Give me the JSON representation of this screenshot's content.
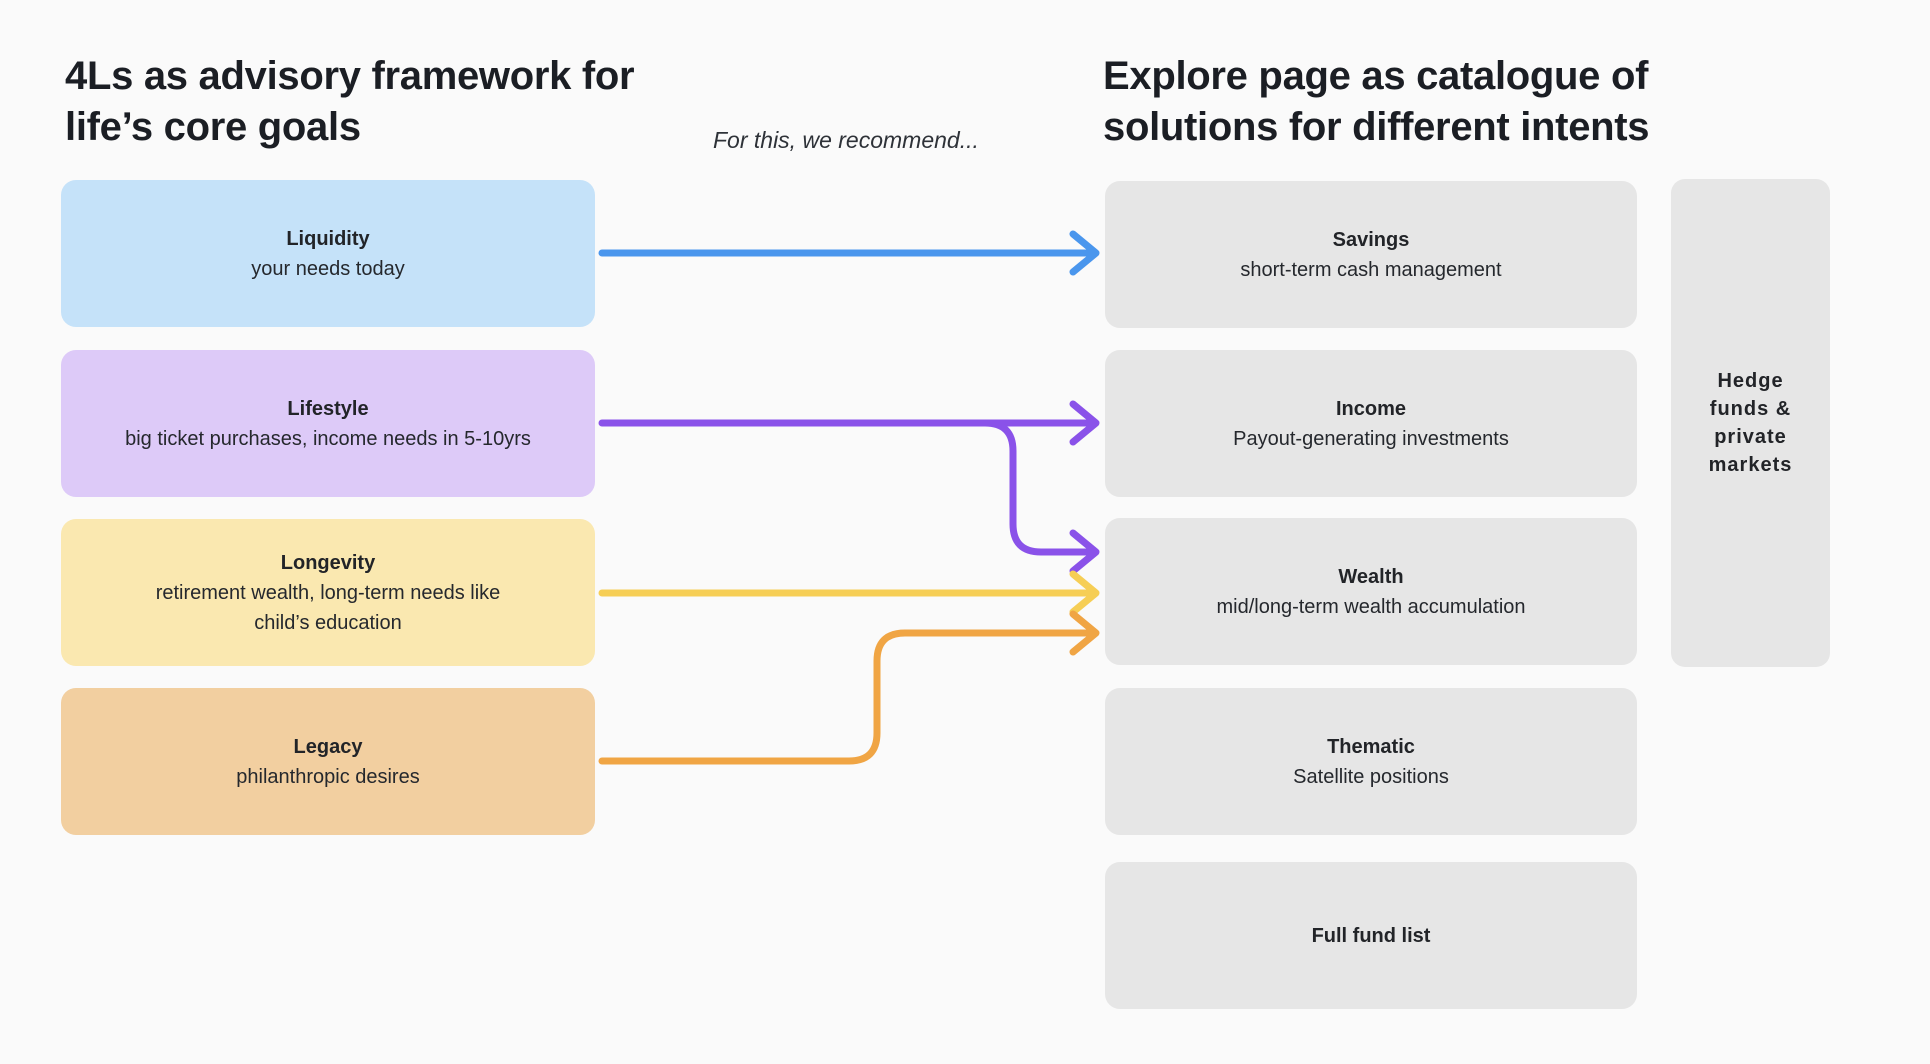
{
  "page": {
    "background": "#FAFAFA",
    "title_text_color": "#1b1e24"
  },
  "left_panel": {
    "title": "4Ls as advisory framework for\nlife’s core goals",
    "goals": [
      {
        "label": "Liquidity",
        "description": "your needs today",
        "color": "#C5E2F9"
      },
      {
        "label": "Lifestyle",
        "description": "big ticket purchases, income needs in 5-10yrs",
        "color": "#DDCAF8"
      },
      {
        "label": "Longevity",
        "description": "retirement wealth, long-term needs like\nchild’s education",
        "color": "#FAE8B0"
      },
      {
        "label": "Legacy",
        "description": "philanthropic desires",
        "color": "#F2CFA0"
      }
    ]
  },
  "connector": {
    "label": "For this, we recommend..."
  },
  "right_panel": {
    "title": "Explore page as catalogue of\nsolutions for different intents",
    "solutions": [
      {
        "label": "Savings",
        "description": "short-term cash management"
      },
      {
        "label": "Income",
        "description": "Payout-generating investments"
      },
      {
        "label": "Wealth",
        "description": "mid/long-term wealth accumulation"
      },
      {
        "label": "Thematic",
        "description": "Satellite positions"
      },
      {
        "label": "Full fund list",
        "description": ""
      }
    ],
    "side_box": {
      "label": "Hedge\nfunds &\nprivate\nmarkets",
      "color": "#E6E6E6"
    }
  },
  "arrows": [
    {
      "from": "Liquidity",
      "to": "Savings",
      "color": "#4A96ED"
    },
    {
      "from": "Lifestyle",
      "to": "Income",
      "color": "#8A52E9"
    },
    {
      "from": "Lifestyle",
      "to": "Wealth",
      "color": "#8A52E9"
    },
    {
      "from": "Longevity",
      "to": "Wealth",
      "color": "#F6CE55"
    },
    {
      "from": "Legacy",
      "to": "Wealth",
      "color": "#F0A544"
    }
  ]
}
